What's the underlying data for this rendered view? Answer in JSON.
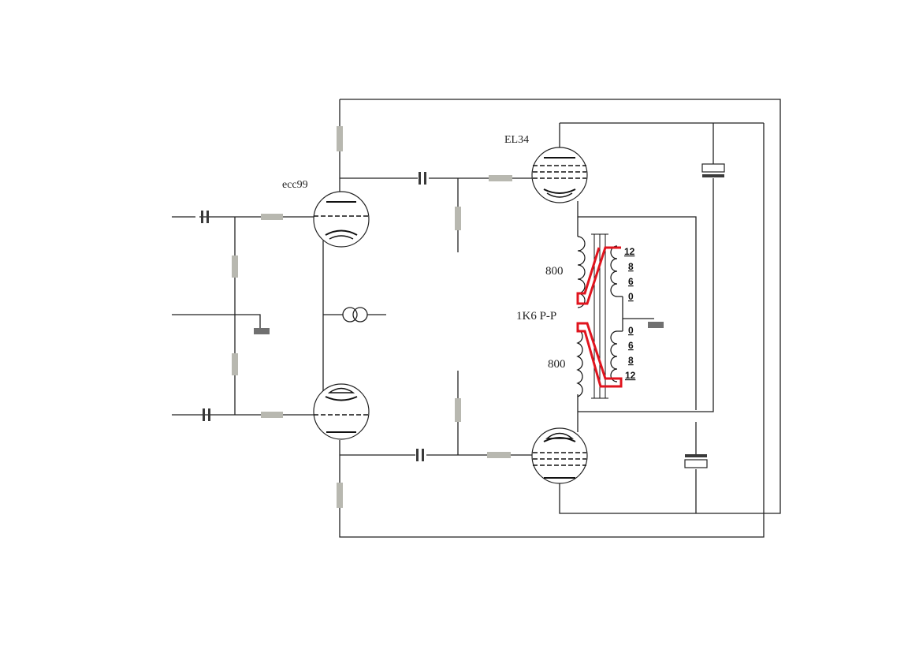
{
  "labels": {
    "driver_tube": "ecc99",
    "output_tube": "EL34",
    "primary_upper": "800",
    "primary_lower": "800",
    "primary_total": "1K6 P-P"
  },
  "secondary_taps": {
    "upper": [
      "12",
      "8",
      "6",
      "0"
    ],
    "lower": [
      "0",
      "6",
      "8",
      "12"
    ]
  },
  "colors": {
    "wire": "#222222",
    "resistor": "#b8b8b0",
    "capacitor": "#3a3a3a",
    "ground": "#707070",
    "highlight": "#e0141e"
  }
}
